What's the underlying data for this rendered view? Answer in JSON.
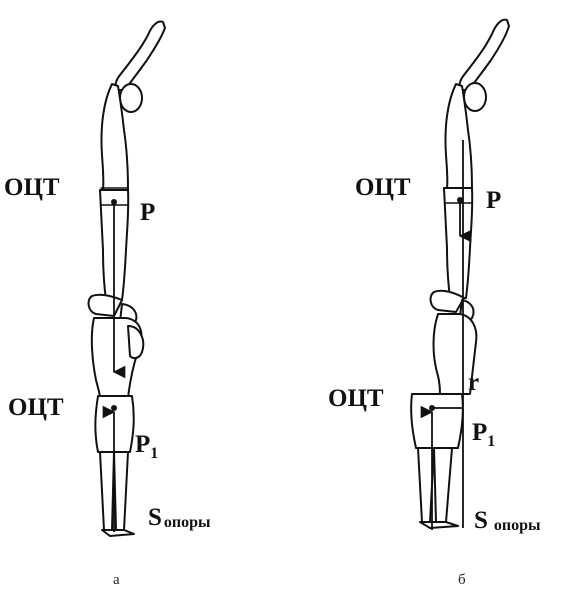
{
  "figures": [
    {
      "id": "a",
      "caption": "а",
      "upper_cog_label": "ОЦТ",
      "upper_force_label": "P",
      "lower_cog_label": "ОЦТ",
      "lower_force_label_main": "P",
      "lower_force_label_sub": "1",
      "support_label_main": "S",
      "support_label_sub": "опоры"
    },
    {
      "id": "b",
      "caption": "б",
      "upper_cog_label": "ОЦТ",
      "upper_force_label": "P",
      "lower_cog_label": "ОЦТ",
      "lower_force_label_main": "P",
      "lower_force_label_sub": "1",
      "arm_label": "r",
      "support_label_main": "S",
      "support_label_sub": "опоры"
    }
  ]
}
